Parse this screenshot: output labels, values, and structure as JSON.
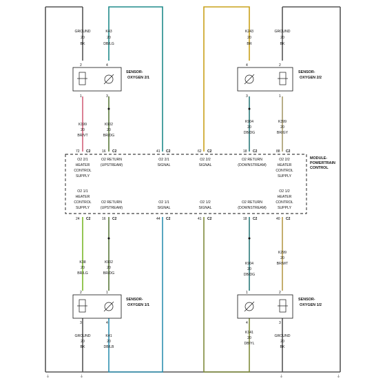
{
  "module": {
    "line1": "MODULE-",
    "line2": "POWERTRAIN",
    "line3": "CONTROL"
  },
  "wire_colors": {
    "BK": "#555555",
    "DB/LG": "#1f8a8a",
    "BR": "#c8a018",
    "BR/WT": "#b59a4a",
    "BR/VT": "#d2607a",
    "BR/DG": "#5a7a3a",
    "BR/LG": "#7ab82a",
    "DB/DG": "#2a7a7a",
    "DB/LB": "#2e90b0",
    "DB/YL": "#7e8a3a"
  },
  "sensors": [
    {
      "id": "s21",
      "label1": "SENSOR-",
      "label2": "OXYGEN 2/1",
      "pin_top_left": "2",
      "pin_top_right": "4",
      "pin_bot_left": "1",
      "pin_bot_right": "3"
    },
    {
      "id": "s22",
      "label1": "SENSOR-",
      "label2": "OXYGEN 2/2",
      "pin_top_left": "4",
      "pin_top_right": "2",
      "pin_bot_left": "3",
      "pin_bot_right": "1"
    },
    {
      "id": "s11",
      "label1": "SENSOR-",
      "label2": "OXYGEN 1/1",
      "pin_top_left": "2",
      "pin_top_right": "1",
      "pin_bot_left": "3",
      "pin_bot_right": "4"
    },
    {
      "id": "s12",
      "label1": "SENSOR-",
      "label2": "OXYGEN 1/2",
      "pin_top_left": "1",
      "pin_top_right": "2",
      "pin_bot_left": "4",
      "pin_bot_right": "3"
    }
  ],
  "wires": [
    {
      "id": "w_gnd_21",
      "circuit": "GROUND",
      "gauge": "20",
      "color": "BK"
    },
    {
      "id": "w_k43",
      "circuit": "K43",
      "gauge": "20",
      "color": "DB/LG"
    },
    {
      "id": "w_k243",
      "circuit": "K243",
      "gauge": "20",
      "color": "BR"
    },
    {
      "id": "w_gnd_22",
      "circuit": "GROUND",
      "gauge": "20",
      "color": "BK"
    },
    {
      "id": "w_k199",
      "circuit": "K199",
      "gauge": "20",
      "color": "BR/VT"
    },
    {
      "id": "w_k902_top",
      "circuit": "K902",
      "gauge": "20",
      "color": "BR/DG"
    },
    {
      "id": "w_k904_top",
      "circuit": "K904",
      "gauge": "20",
      "color": "DB/DG"
    },
    {
      "id": "w_k399",
      "circuit": "K399",
      "gauge": "20",
      "color": "BR/GY"
    },
    {
      "id": "w_k38",
      "circuit": "K38",
      "gauge": "20",
      "color": "BR/LG"
    },
    {
      "id": "w_k902_bot",
      "circuit": "K902",
      "gauge": "20",
      "color": "BR/DG"
    },
    {
      "id": "w_k904_bot",
      "circuit": "K904",
      "gauge": "20",
      "color": "DB/DG"
    },
    {
      "id": "w_k299",
      "circuit": "K299",
      "gauge": "20",
      "color": "BR/WT"
    },
    {
      "id": "w_gnd_11",
      "circuit": "GROUND",
      "gauge": "20",
      "color": "BK"
    },
    {
      "id": "w_k41",
      "circuit": "K41",
      "gauge": "20",
      "color": "DB/LB"
    },
    {
      "id": "w_k141",
      "circuit": "K141",
      "gauge": "20",
      "color": "DB/YL"
    },
    {
      "id": "w_gnd_12",
      "circuit": "GROUND",
      "gauge": "20",
      "color": "BK"
    }
  ],
  "pcm_top_pins": [
    {
      "pin": "72",
      "conn": "C2",
      "name": [
        "O2 2/1",
        "HEATER",
        "CONTROL",
        "SUPPLY"
      ]
    },
    {
      "pin": "16",
      "conn": "C2",
      "name": [
        "O2 RETURN",
        "(UPSTREAM)"
      ]
    },
    {
      "pin": "41",
      "conn": "C2",
      "name": [
        "O2 2/1",
        "SIGNAL"
      ]
    },
    {
      "pin": "62",
      "conn": "C2",
      "name": [
        "O2 2/2",
        "SIGNAL"
      ]
    },
    {
      "pin": "18",
      "conn": "C2",
      "name": [
        "O2 RETURN",
        "(DOWNSTREAM)"
      ]
    },
    {
      "pin": "88",
      "conn": "C2",
      "name": [
        "O2 2/2",
        "HEATER",
        "CONTROL",
        "SUPPLY"
      ]
    }
  ],
  "pcm_bottom_pins": [
    {
      "pin": "24",
      "conn": "C2",
      "name": [
        "O2 1/1",
        "HEATER",
        "CONTROL",
        "SUPPLY"
      ]
    },
    {
      "pin": "16",
      "conn": "C2",
      "name": [
        "O2 RETURN",
        "(UPSTREAM)"
      ]
    },
    {
      "pin": "44",
      "conn": "C2",
      "name": [
        "O2 1/1",
        "SIGNAL"
      ]
    },
    {
      "pin": "41",
      "conn": "C2",
      "name": [
        "O2 1/2",
        "SIGNAL"
      ]
    },
    {
      "pin": "18",
      "conn": "C2",
      "name": [
        "O2 RETURN",
        "(DOWNSTREAM)"
      ]
    },
    {
      "pin": "40",
      "conn": "C2",
      "name": [
        "O2 1/2",
        "HEATER",
        "CONTROL",
        "SUPPLY"
      ]
    }
  ]
}
